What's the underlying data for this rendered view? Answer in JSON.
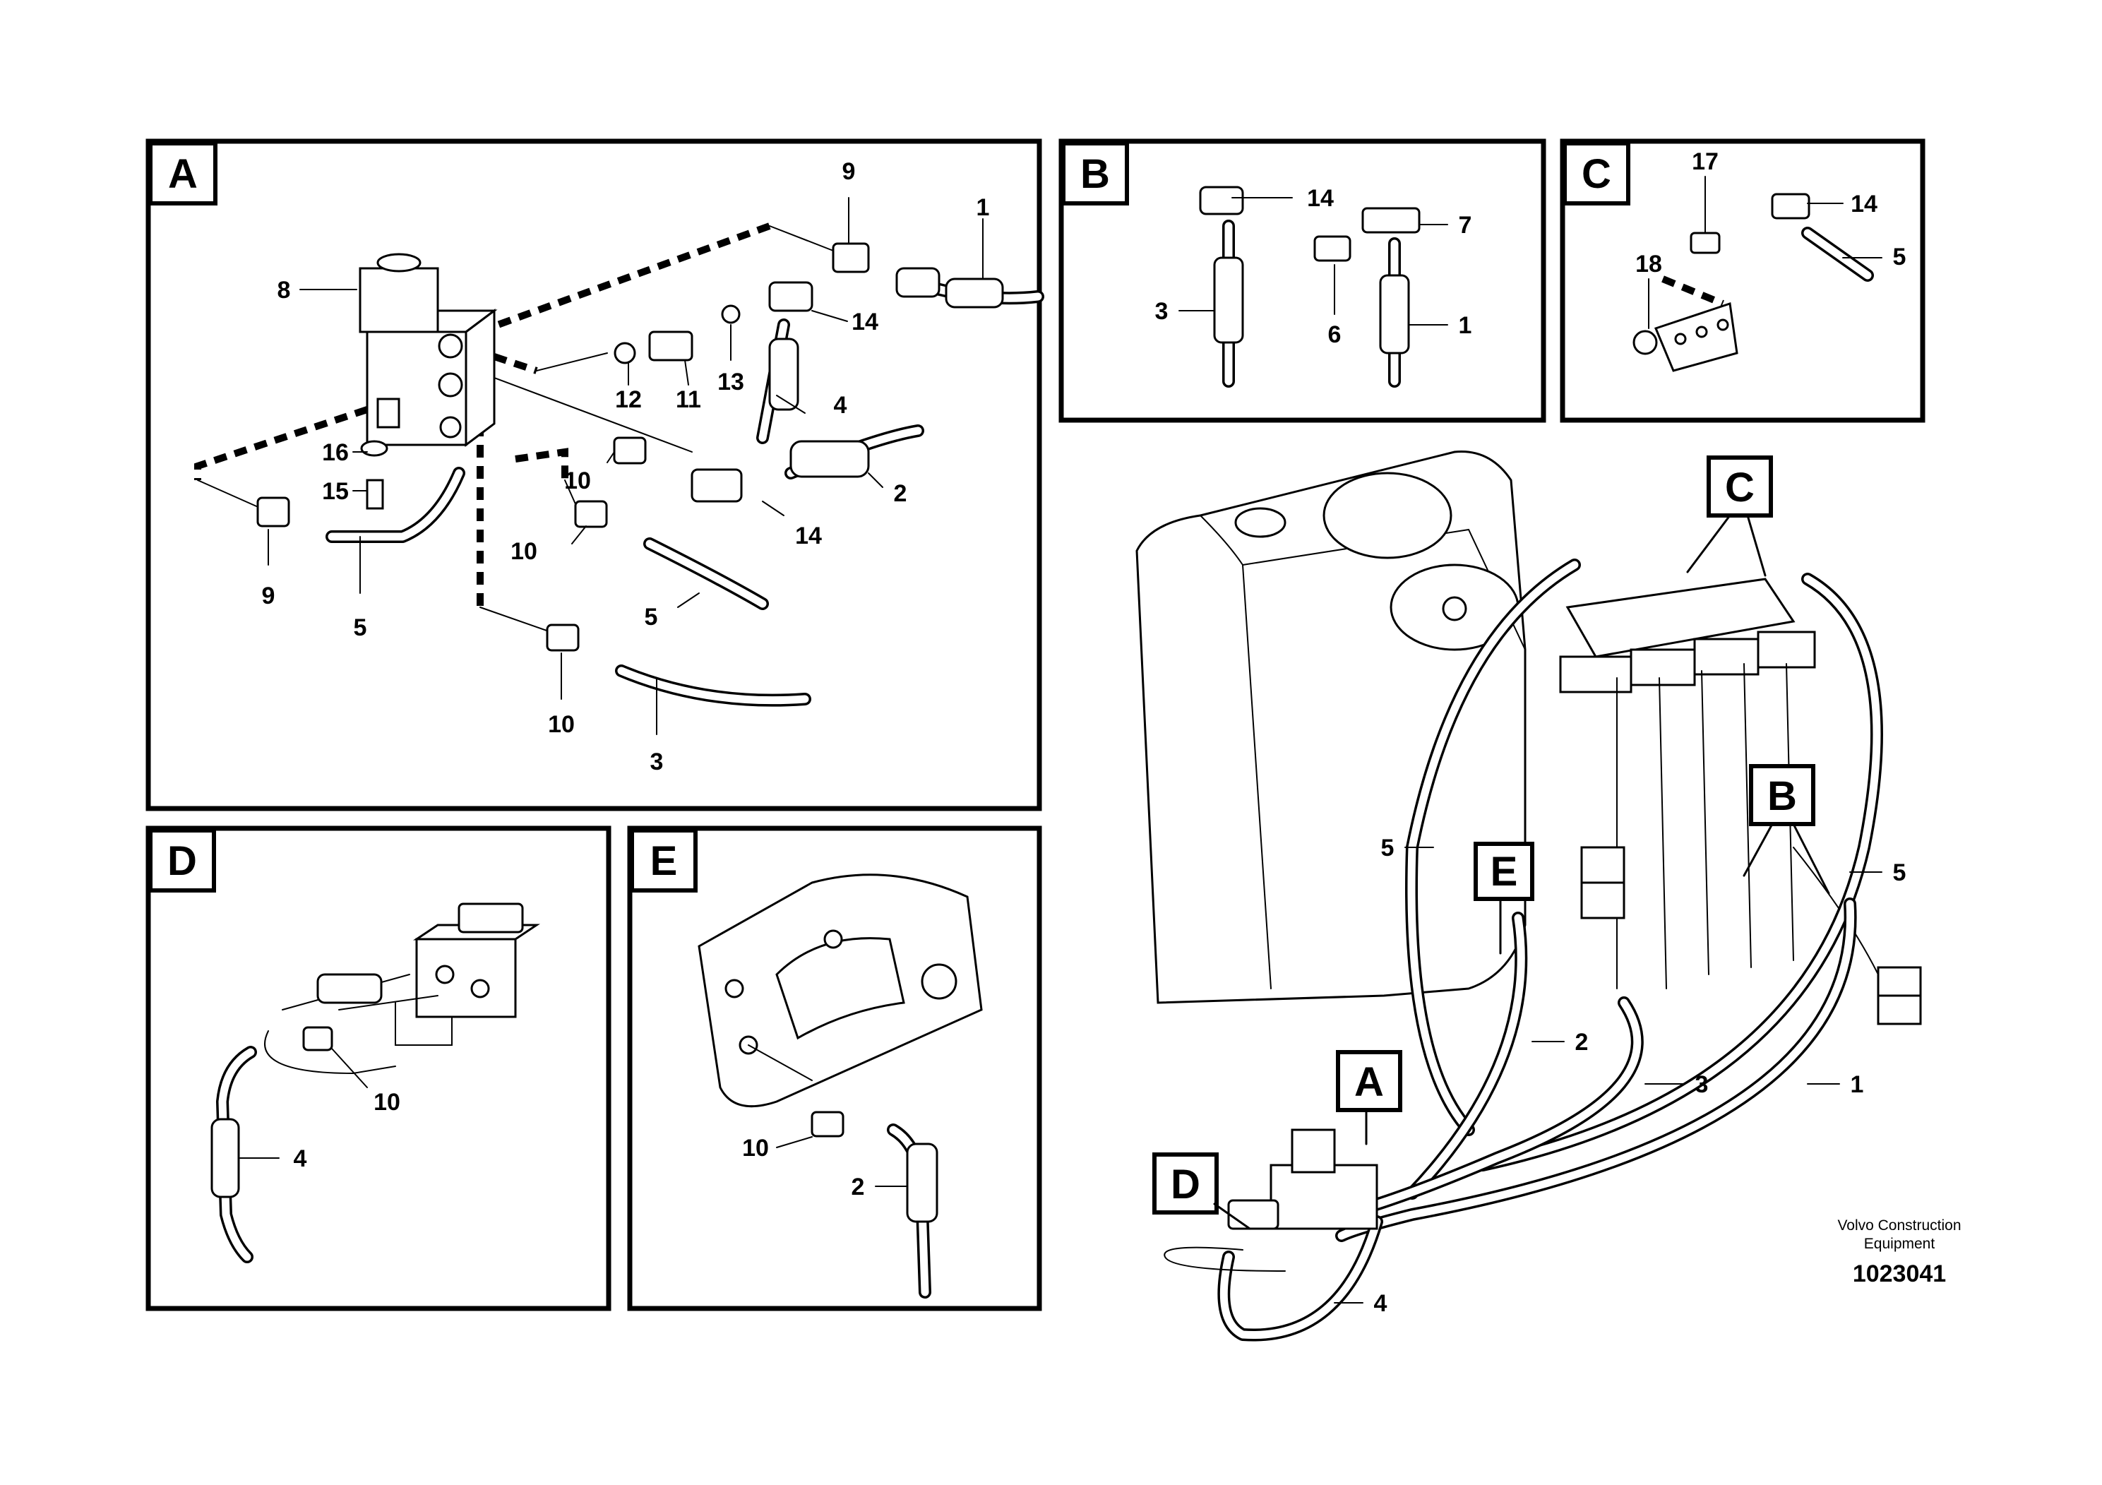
{
  "panels": {
    "A": {
      "tag": "A",
      "labels": [
        "9",
        "1",
        "8",
        "14",
        "12",
        "11",
        "13",
        "4",
        "16",
        "10",
        "2",
        "15",
        "14",
        "10",
        "5",
        "9",
        "5",
        "10",
        "3"
      ]
    },
    "B": {
      "tag": "B",
      "labels": [
        "14",
        "7",
        "3",
        "6",
        "1"
      ]
    },
    "C": {
      "tag": "C",
      "labels": [
        "17",
        "14",
        "18",
        "5"
      ]
    },
    "D": {
      "tag": "D",
      "labels": [
        "10",
        "4"
      ]
    },
    "E": {
      "tag": "E",
      "labels": [
        "10",
        "2"
      ]
    }
  },
  "overview": {
    "tags": [
      "C",
      "B",
      "E",
      "A",
      "D"
    ],
    "labels": [
      "5",
      "5",
      "2",
      "3",
      "1",
      "4"
    ]
  },
  "footer": {
    "company_line1": "Volvo Construction",
    "company_line2": "Equipment",
    "drawing_id": "1023041"
  }
}
